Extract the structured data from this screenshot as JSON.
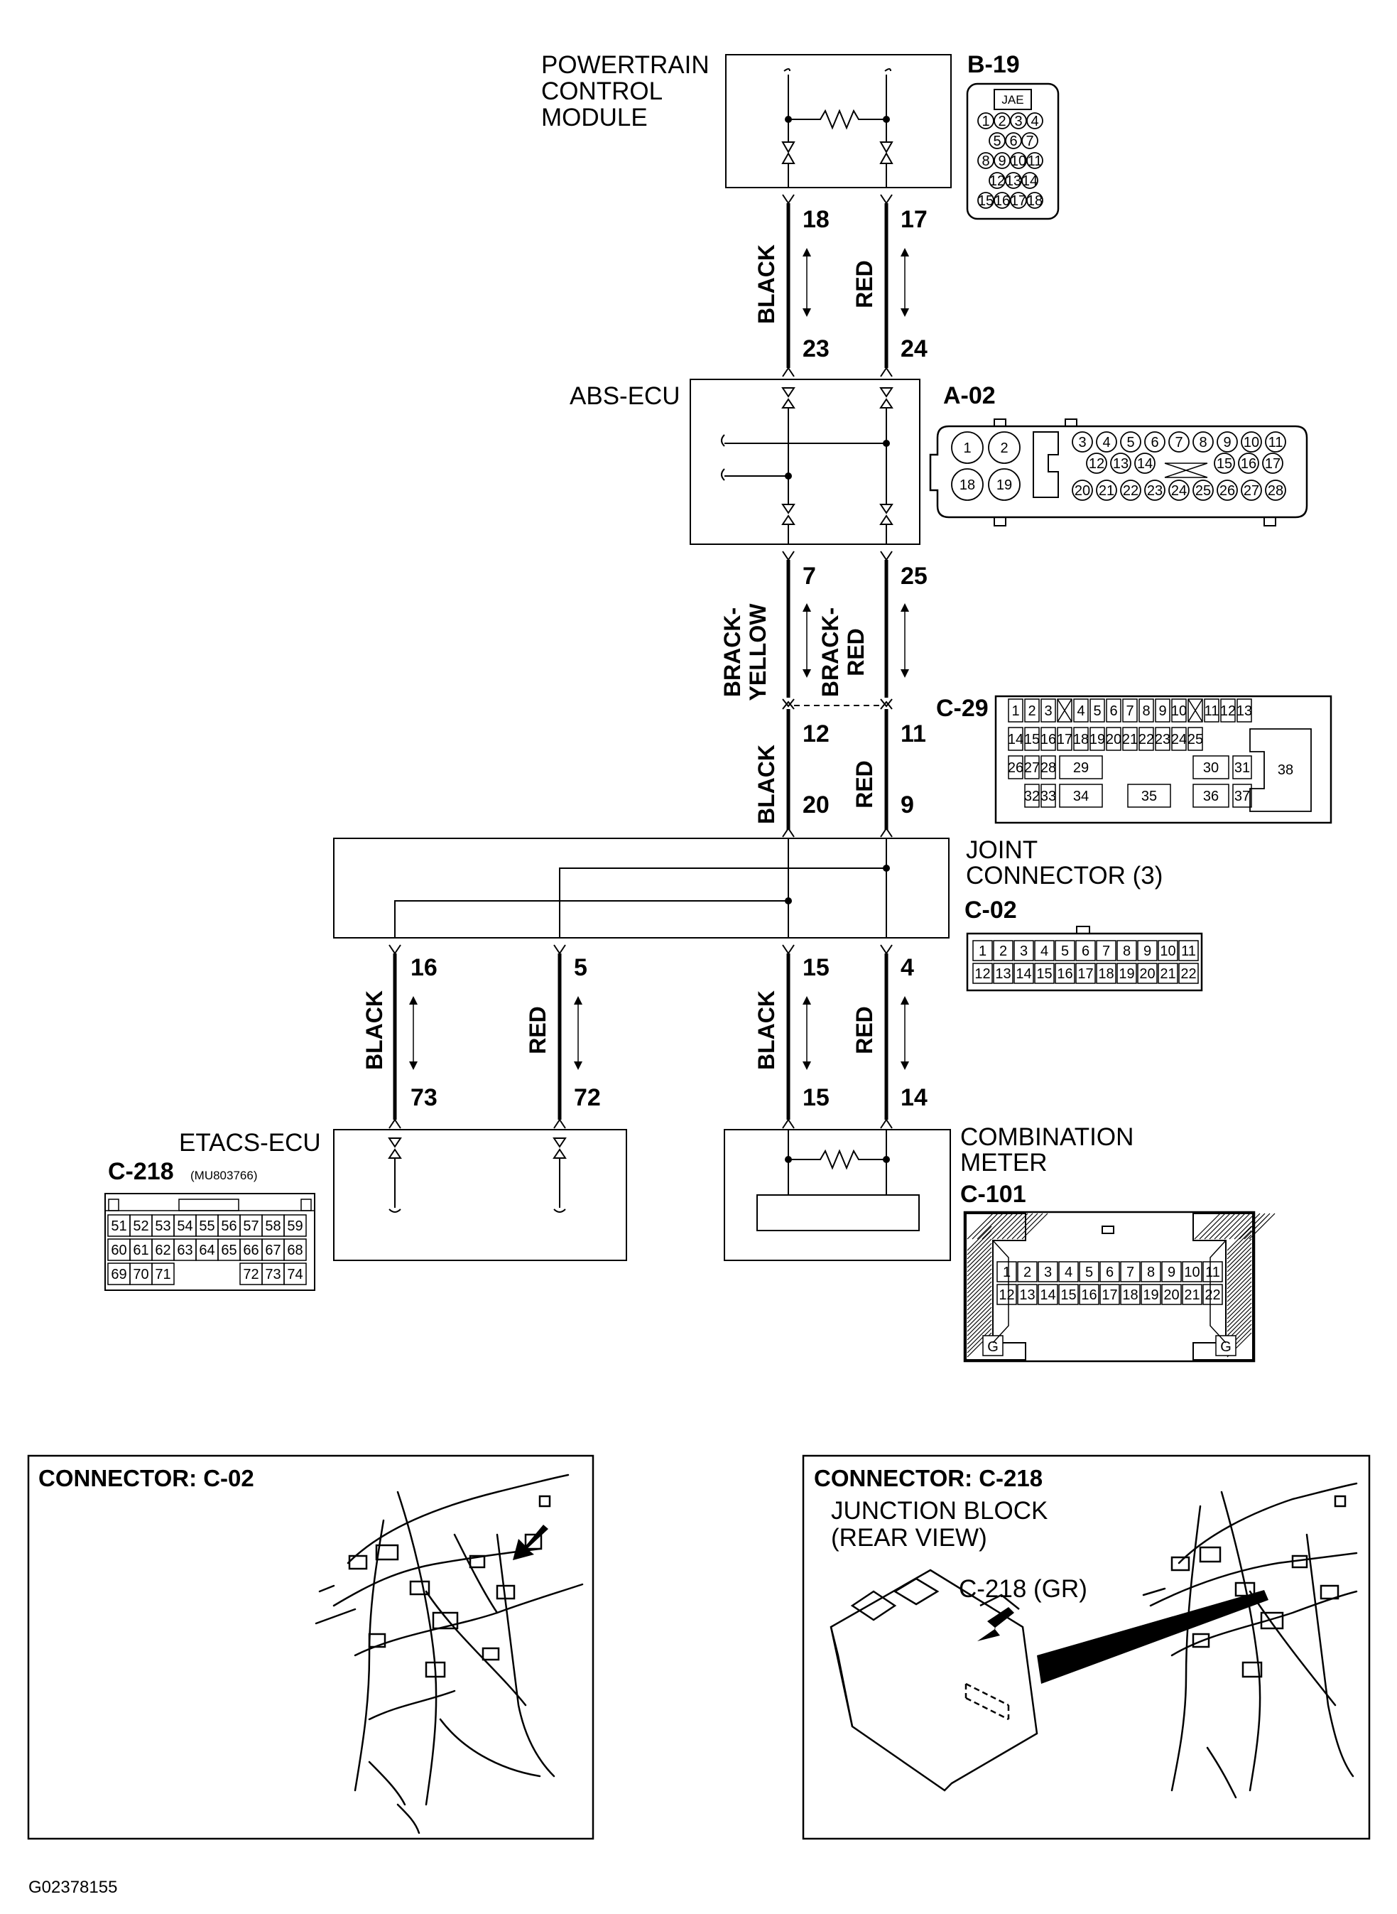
{
  "components": {
    "pcm": {
      "line1": "POWERTRAIN",
      "line2": "CONTROL",
      "line3": "MODULE",
      "connector": "B-19",
      "maker": "JAE",
      "pins": [
        "1",
        "2",
        "3",
        "4",
        "5",
        "6",
        "7",
        "8",
        "9",
        "10",
        "11",
        "12",
        "13",
        "14",
        "15",
        "16",
        "17",
        "18"
      ]
    },
    "abs": {
      "label": "ABS-ECU",
      "connector": "A-02",
      "pins": [
        "1",
        "2",
        "18",
        "19",
        "3",
        "4",
        "5",
        "6",
        "7",
        "8",
        "9",
        "10",
        "11",
        "12",
        "13",
        "14",
        "15",
        "16",
        "17",
        "20",
        "21",
        "22",
        "23",
        "24",
        "25",
        "26",
        "27",
        "28"
      ]
    },
    "c29": {
      "connector": "C-29",
      "pins": [
        "1",
        "2",
        "3",
        "4",
        "5",
        "6",
        "7",
        "8",
        "9",
        "10",
        "11",
        "12",
        "13",
        "14",
        "15",
        "16",
        "17",
        "18",
        "19",
        "20",
        "21",
        "22",
        "23",
        "24",
        "25",
        "26",
        "27",
        "28",
        "29",
        "30",
        "31",
        "32",
        "33",
        "34",
        "35",
        "36",
        "37",
        "38"
      ]
    },
    "joint": {
      "line1": "JOINT",
      "line2": "CONNECTOR (3)",
      "connector": "C-02",
      "pins": [
        "1",
        "2",
        "3",
        "4",
        "5",
        "6",
        "7",
        "8",
        "9",
        "10",
        "11",
        "12",
        "13",
        "14",
        "15",
        "16",
        "17",
        "18",
        "19",
        "20",
        "21",
        "22"
      ]
    },
    "etacs": {
      "label": "ETACS-ECU",
      "connector": "C-218",
      "part": "(MU803766)",
      "pins": [
        "51",
        "52",
        "53",
        "54",
        "55",
        "56",
        "57",
        "58",
        "59",
        "60",
        "61",
        "62",
        "63",
        "64",
        "65",
        "66",
        "67",
        "68",
        "69",
        "70",
        "71",
        "72",
        "73",
        "74"
      ]
    },
    "meter": {
      "line1": "COMBINATION",
      "line2": "METER",
      "connector": "C-101",
      "pins": [
        "1",
        "2",
        "3",
        "4",
        "5",
        "6",
        "7",
        "8",
        "9",
        "10",
        "11",
        "12",
        "13",
        "14",
        "15",
        "16",
        "17",
        "18",
        "19",
        "20",
        "21",
        "22"
      ],
      "ground": "G"
    }
  },
  "pins": {
    "pcm_a": "18",
    "pcm_b": "17",
    "abs_in_a": "23",
    "abs_in_b": "24",
    "abs_out_a": "7",
    "abs_out_b": "25",
    "c29_a": "12",
    "c29_b": "11",
    "jc_in_a": "20",
    "jc_in_b": "9",
    "jc_out_1": "16",
    "jc_out_2": "5",
    "jc_out_3": "15",
    "jc_out_4": "4",
    "etacs_a": "73",
    "etacs_b": "72",
    "meter_a": "15",
    "meter_b": "14"
  },
  "wires": {
    "black": "BLACK",
    "red": "RED",
    "brack_yellow_1": "BRACK-",
    "brack_yellow_2": "YELLOW",
    "brack_red_1": "BRACK-",
    "brack_red_2": "RED"
  },
  "locators": {
    "left": {
      "title": "CONNECTOR: C-02"
    },
    "right": {
      "title": "CONNECTOR: C-218",
      "line1": "JUNCTION BLOCK",
      "line2": "(REAR VIEW)",
      "callout": "C-218 (GR)"
    }
  },
  "footer": {
    "code": "G02378155"
  }
}
